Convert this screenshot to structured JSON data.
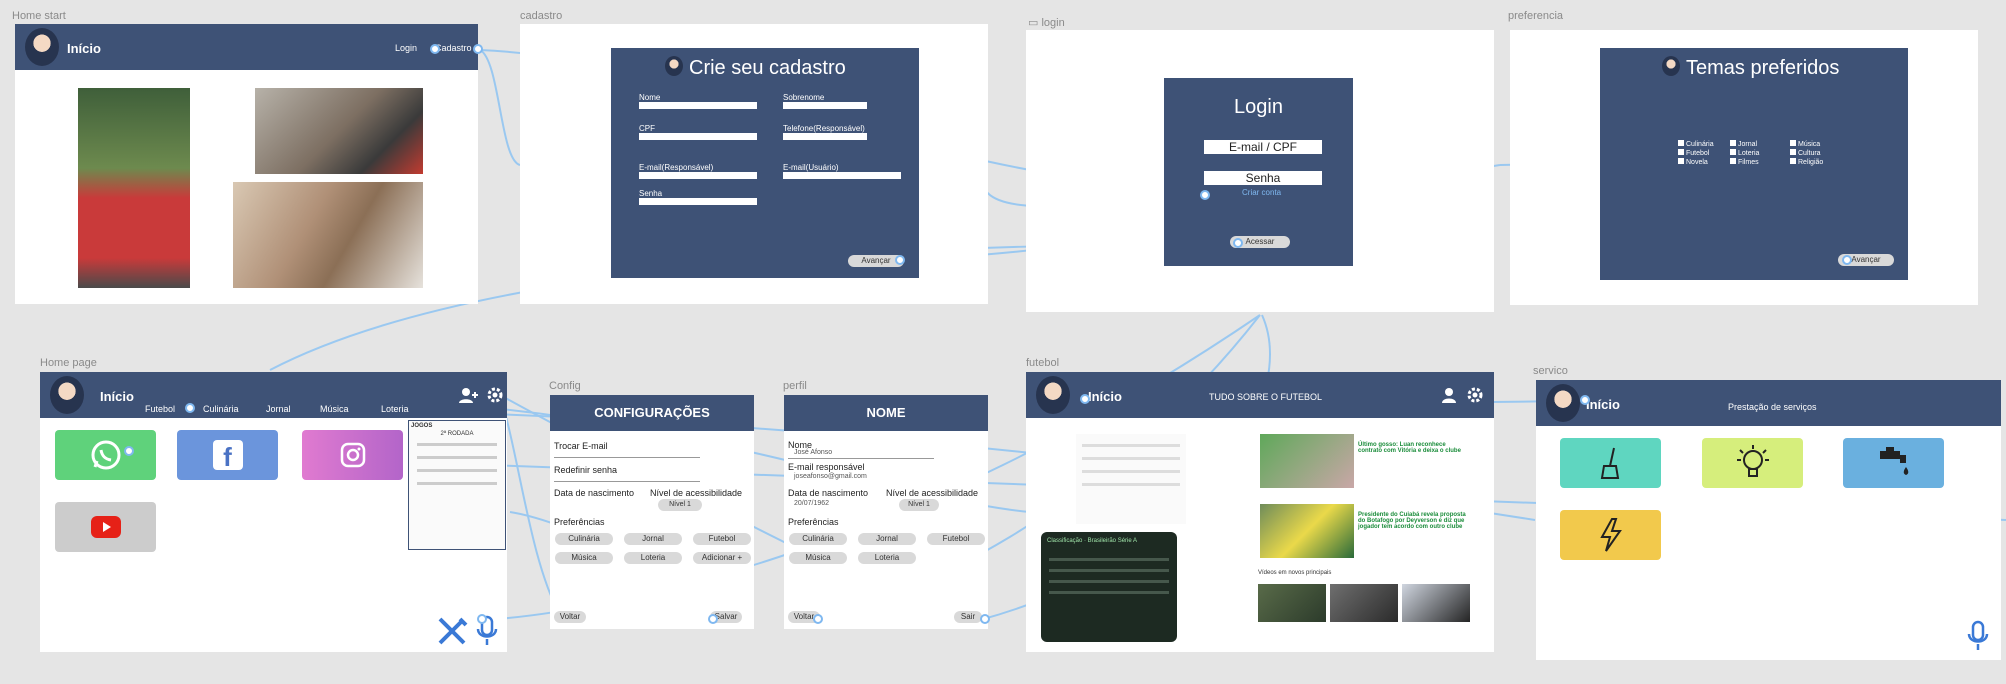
{
  "frames": {
    "home_start": {
      "label": "Home start",
      "title": "Início",
      "login": "Login",
      "cadastro": "Cadastro"
    },
    "cadastro": {
      "label": "cadastro",
      "title": "Crie seu cadastro",
      "fields": [
        "Nome",
        "Sobrenome",
        "CPF",
        "Telefone(Responsável)",
        "E-mail(Responsável)",
        "E-mail(Usuário)",
        "Senha"
      ],
      "button": "Avançar"
    },
    "login": {
      "label": "login",
      "title": "Login",
      "id_field": "E-mail  /  CPF",
      "password_field": "Senha",
      "create_account": "Criar conta",
      "button": "Acessar"
    },
    "preferencia": {
      "label": "preferencia",
      "title": "Temas preferidos",
      "options": [
        "Culinária",
        "Jornal",
        "Música",
        "Futebol",
        "Loteria",
        "Cultura",
        "Novela",
        "Filmes",
        "Religião"
      ],
      "button": "Avançar"
    },
    "home_page": {
      "label": "Home page",
      "title": "Início",
      "nav": [
        "Futebol",
        "Culinária",
        "Jornal",
        "Música",
        "Loteria"
      ],
      "apps": [
        {
          "name": "WhatsApp",
          "color": "#5fd27b"
        },
        {
          "name": "Facebook",
          "color": "#6b95dc"
        },
        {
          "name": "Instagram",
          "color": "#c86fc8"
        },
        {
          "name": "YouTube",
          "color": "#cccccc"
        }
      ],
      "games_widget": {
        "title": "JOGOS",
        "round": "2ª RODADA"
      }
    },
    "config": {
      "label": "Config",
      "title": "CONFIGURAÇÕES",
      "items": [
        "Trocar E-mail",
        "Redefinir senha",
        "Data de nascimento",
        "Nível de acessibilidade",
        "Preferências"
      ],
      "level": "Nível 1",
      "prefs": [
        "Culinária",
        "Jornal",
        "Futebol",
        "Música",
        "Loteria",
        "Adicionar +"
      ],
      "back": "Voltar",
      "save": "Salvar"
    },
    "perfil": {
      "label": "perfil",
      "title": "NOME",
      "name_label": "Nome",
      "name_value": "José Afonso",
      "email_label": "E-mail responsável",
      "email_value": "joseafonso@gmail.com",
      "birth_label": "Data de nascimento",
      "birth_value": "20/07/1962",
      "level_label": "Nível de acessibilidade",
      "level_value": "Nível 1",
      "prefs_label": "Preferências",
      "prefs": [
        "Culinária",
        "Jornal",
        "Futebol",
        "Música",
        "Loteria"
      ],
      "back": "Voltar",
      "exit": "Sair"
    },
    "futebol": {
      "label": "futebol",
      "title": "Início",
      "subtitle": "TUDO SOBRE O FUTEBOL",
      "standings": "Classificação · Brasileirão Série A",
      "news": [
        "Último gosso: Luan reconhece contrato com Vitória e deixa o clube",
        "Presidente do Cuiabá revela proposta do Botafogo por Deyverson e diz que jogador tem acordo com outro clube"
      ],
      "videos_title": "Vídeos em novos principais"
    },
    "servico": {
      "label": "servico",
      "title": "Início",
      "subtitle": "Prestação de serviços",
      "tiles": [
        {
          "name": "broom",
          "color": "#5fd6c0"
        },
        {
          "name": "lightbulb",
          "color": "#d6ee7c"
        },
        {
          "name": "faucet",
          "color": "#6ab0df"
        },
        {
          "name": "electricity",
          "color": "#f2c94c"
        }
      ]
    }
  }
}
